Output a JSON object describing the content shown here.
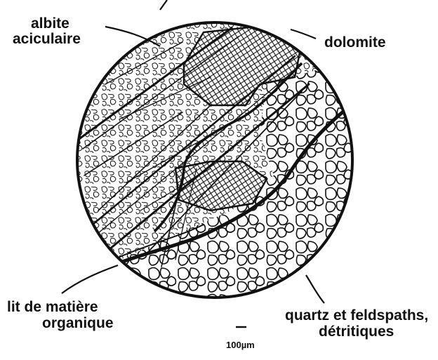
{
  "labels": {
    "albite_line1": "albite",
    "albite_line2": "aciculaire",
    "dolomite": "dolomite",
    "organic_line1": "lit de matière",
    "organic_line2": "organique",
    "quartz_line1": "quartz et feldspaths,",
    "quartz_line2": "détritiques"
  },
  "scale_bar": {
    "label": "100µm"
  },
  "colors": {
    "ink": "#111111",
    "paper": "#ffffff"
  }
}
